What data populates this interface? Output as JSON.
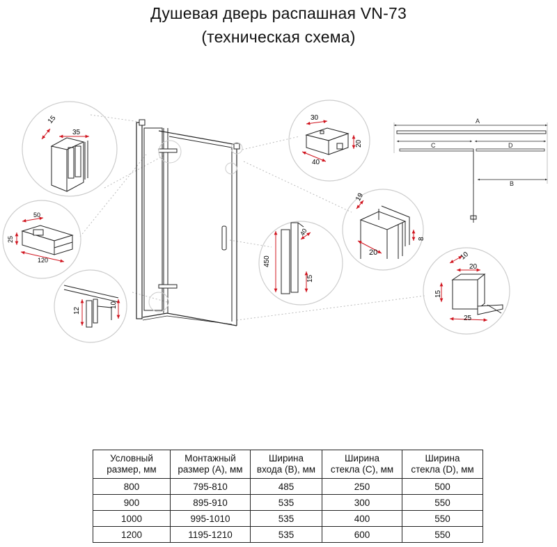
{
  "title": {
    "line1": "Душевая дверь распашная VN-73",
    "line2": "(техническая схема)"
  },
  "colors": {
    "dimension": "#d0141e",
    "outline": "#222222"
  },
  "details": {
    "hinge_top": {
      "d1": "15",
      "d2": "35"
    },
    "block": {
      "d1": "30",
      "d2": "20",
      "d3": "40"
    },
    "clamp": {
      "d1": "50",
      "d2": "25",
      "d3": "120"
    },
    "profile": {
      "d1": "19",
      "d2": "20",
      "d3": "8"
    },
    "handle": {
      "d1": "450",
      "d2": "40",
      "d3": "15"
    },
    "seal": {
      "d1": "12",
      "d2": "10"
    },
    "connector": {
      "d1": "10",
      "d2": "20",
      "d3": "15",
      "d4": "25"
    }
  },
  "plan": {
    "a": "A",
    "b": "B",
    "c": "C",
    "d": "D"
  },
  "table": {
    "headers": [
      [
        "Условный",
        "размер, мм"
      ],
      [
        "Монтажный",
        "размер (А), мм"
      ],
      [
        "Ширина",
        "входа (В), мм"
      ],
      [
        "Ширина",
        "стекла (С), мм"
      ],
      [
        "Ширина",
        "стекла (D), мм"
      ]
    ],
    "rows": [
      [
        "800",
        "795-810",
        "485",
        "250",
        "500"
      ],
      [
        "900",
        "895-910",
        "535",
        "300",
        "550"
      ],
      [
        "1000",
        "995-1010",
        "535",
        "400",
        "550"
      ],
      [
        "1200",
        "1195-1210",
        "535",
        "600",
        "550"
      ]
    ]
  }
}
